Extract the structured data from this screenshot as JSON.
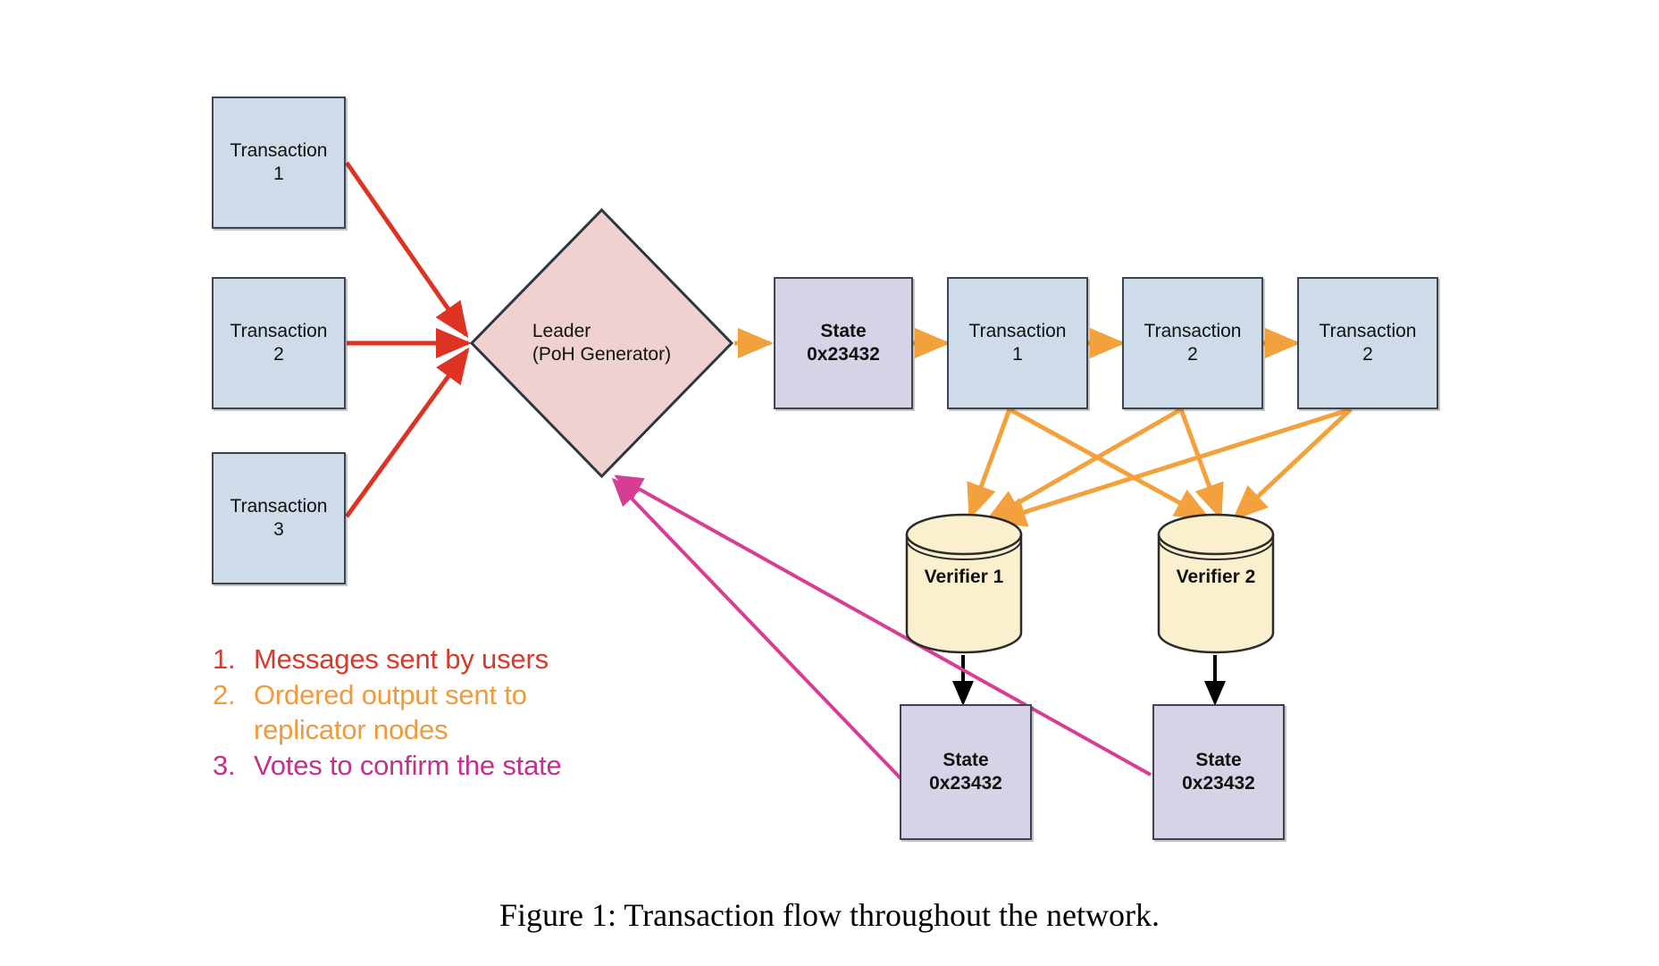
{
  "figure": {
    "caption": "Figure 1:  Transaction flow throughout the network.",
    "background": "#ffffff"
  },
  "colors": {
    "messages_red": "#dd3322",
    "ordered_orange": "#f2a13c",
    "votes_pink": "#d63e94",
    "legend_red": "#d8392b",
    "legend_orange": "#f09a3e",
    "legend_magenta": "#c2328c",
    "box_blue_fill": "#cddce8",
    "box_purple_fill": "#d8d2e6",
    "diamond_fill": "#efd2d0",
    "cylinder_fill": "#fbf0ce",
    "stroke_dark": "#3b4450",
    "arrow_black": "#000000"
  },
  "incoming_transactions": [
    {
      "label": "Transaction\n1"
    },
    {
      "label": "Transaction\n2"
    },
    {
      "label": "Transaction\n3"
    }
  ],
  "leader": {
    "label": "Leader\n(PoH Generator)"
  },
  "ledger_chain": [
    {
      "type": "state",
      "label": "State\n0x23432"
    },
    {
      "type": "transaction",
      "label": "Transaction\n1"
    },
    {
      "type": "transaction",
      "label": "Transaction\n2"
    },
    {
      "type": "transaction",
      "label": "Transaction\n2"
    }
  ],
  "verifiers": [
    {
      "label": "Verifier 1"
    },
    {
      "label": "Verifier 2"
    }
  ],
  "verifier_states": [
    {
      "label": "State\n0x23432"
    },
    {
      "label": "State\n0x23432"
    }
  ],
  "legend": [
    {
      "num": "1.",
      "text": "Messages sent by users",
      "color": "#d8392b"
    },
    {
      "num": "2.",
      "text": "Ordered output sent to\nreplicator nodes",
      "color": "#f09a3e"
    },
    {
      "num": "3.",
      "text": "Votes to confirm the state",
      "color": "#c2328c"
    }
  ]
}
